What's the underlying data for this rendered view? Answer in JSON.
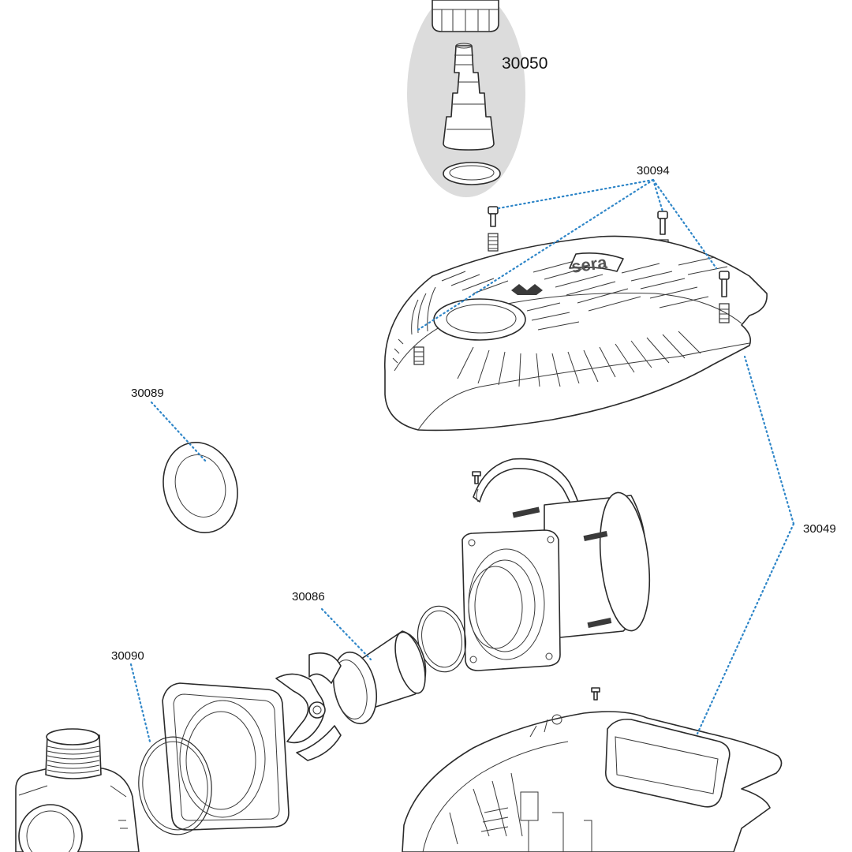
{
  "parts": [
    {
      "id": "p30050",
      "number": "30050"
    },
    {
      "id": "p30094",
      "number": "30094"
    },
    {
      "id": "p30089",
      "number": "30089"
    },
    {
      "id": "p30049",
      "number": "30049"
    },
    {
      "id": "p30086",
      "number": "30086"
    },
    {
      "id": "p30090",
      "number": "30090"
    }
  ],
  "colors": {
    "leader": "#2f86c8",
    "line": "#2b2b2b",
    "highlight": "#dcdcdc",
    "background": "#ffffff"
  },
  "logo_text": "sera"
}
